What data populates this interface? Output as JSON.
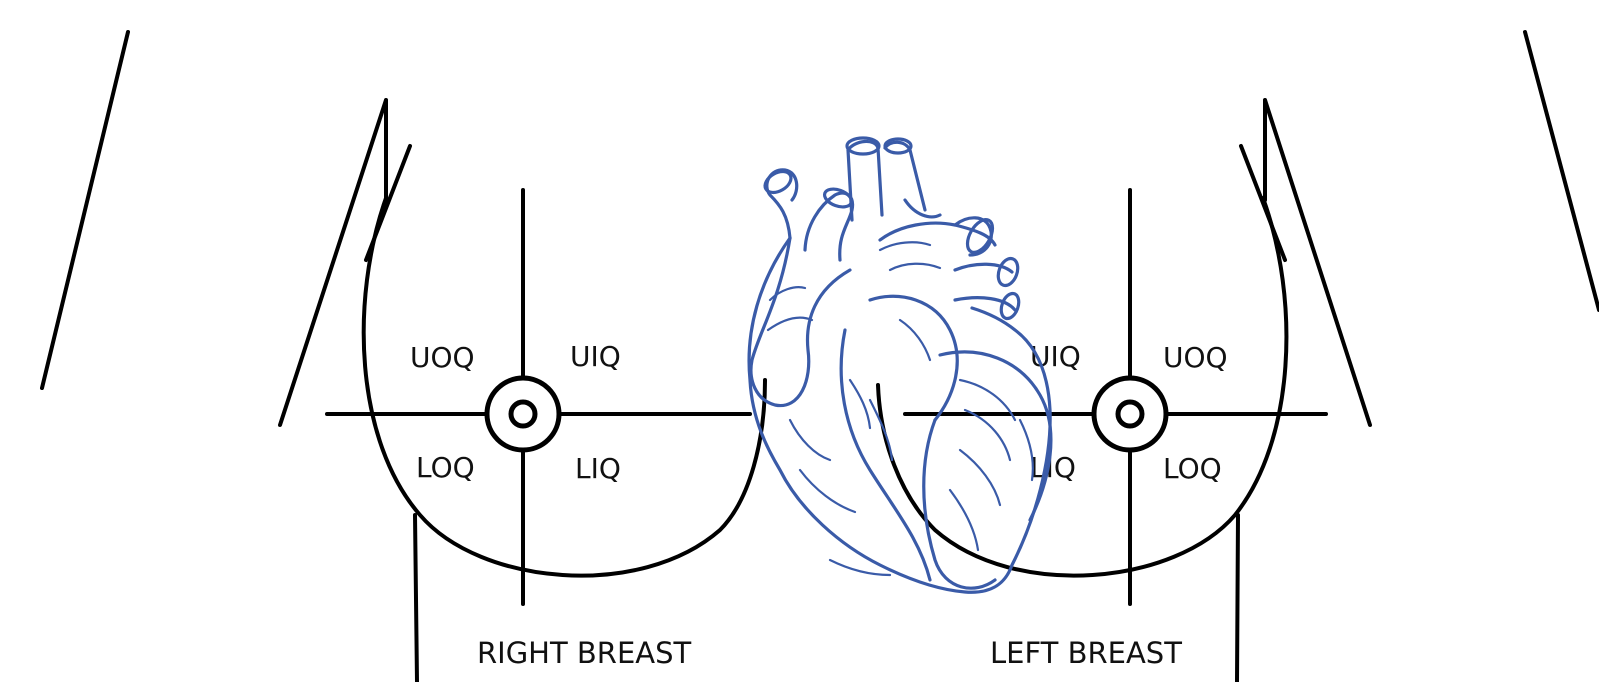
{
  "diagram": {
    "right_breast": {
      "caption": "RIGHT BREAST",
      "quadrants": {
        "upper_outer": "UOQ",
        "upper_inner": "UIQ",
        "lower_outer": "LOQ",
        "lower_inner": "LIQ"
      }
    },
    "left_breast": {
      "caption": "LEFT BREAST",
      "quadrants": {
        "upper_inner": "UIQ",
        "upper_outer": "UOQ",
        "lower_inner": "LIQ",
        "lower_outer": "LOQ"
      }
    },
    "colors": {
      "outline": "#000000",
      "heart": "#3a5ba8",
      "background": "#ffffff"
    },
    "icons": {
      "heart": "anatomical-heart-icon",
      "nipple": "nipple-ring-icon"
    }
  }
}
